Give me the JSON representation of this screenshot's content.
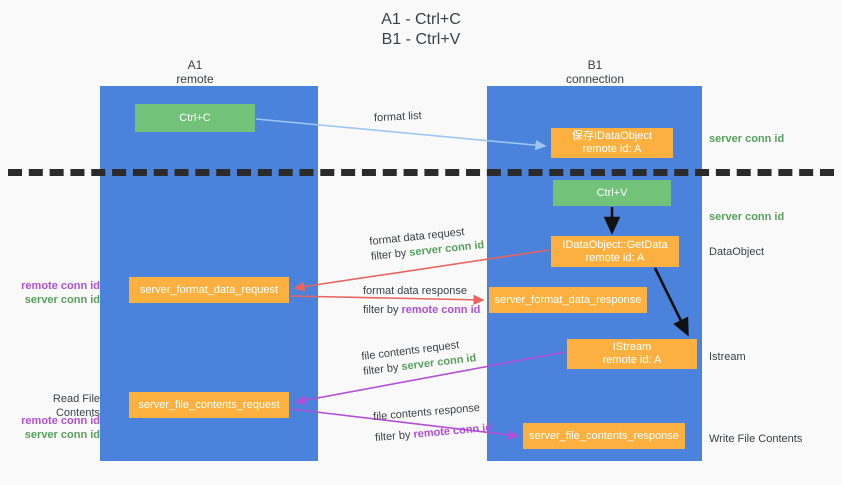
{
  "title": {
    "line1": "A1 - Ctrl+C",
    "line2": "B1 - Ctrl+V"
  },
  "columns": {
    "a1": {
      "name": "A1",
      "sub": "remote"
    },
    "b1": {
      "name": "B1",
      "sub": "connection"
    }
  },
  "nodes": {
    "ctrl_c": "Ctrl+C",
    "ctrl_v": "Ctrl+V",
    "idataobject_l1": "保存IDataObject",
    "idataobject_l2": "remote id: A",
    "getdata_l1": "IDataObject::GetData",
    "getdata_l2": "remote id: A",
    "istream_l1": "IStream",
    "istream_l2": "remote id: A",
    "server_format_data_request": "server_format_data_request",
    "server_format_data_response": "server_format_data_response",
    "server_file_contents_request": "server_file_contents_request",
    "server_file_contents_response": "server_file_contents_response"
  },
  "edges": {
    "format_list": "format list",
    "format_data_request": "format data request",
    "format_data_response": "format data response",
    "file_contents_request": "file contents request",
    "file_contents_response": "file contents response",
    "filter_by": "filter by ",
    "server_conn_id": "server conn id",
    "remote_conn_id": "remote conn id"
  },
  "side_labels": {
    "server_conn_id": "server conn id",
    "remote_conn_id": "remote conn id",
    "dataobject": "DataObject",
    "istream": "Istream",
    "write_file_contents": "Write File Contents",
    "read_file_contents": "Read File Contents"
  },
  "colors": {
    "panel_blue": "#4a82dc",
    "green_box": "#72c279",
    "orange_box": "#fbb040",
    "server_green": "#57a05c",
    "remote_purple": "#b14fd8",
    "arrow_lightblue": "#9dc6f0",
    "arrow_red": "#e8655f",
    "arrow_magenta": "#b14fd8",
    "arrow_black": "#000000",
    "background": "#f9f9f9"
  }
}
